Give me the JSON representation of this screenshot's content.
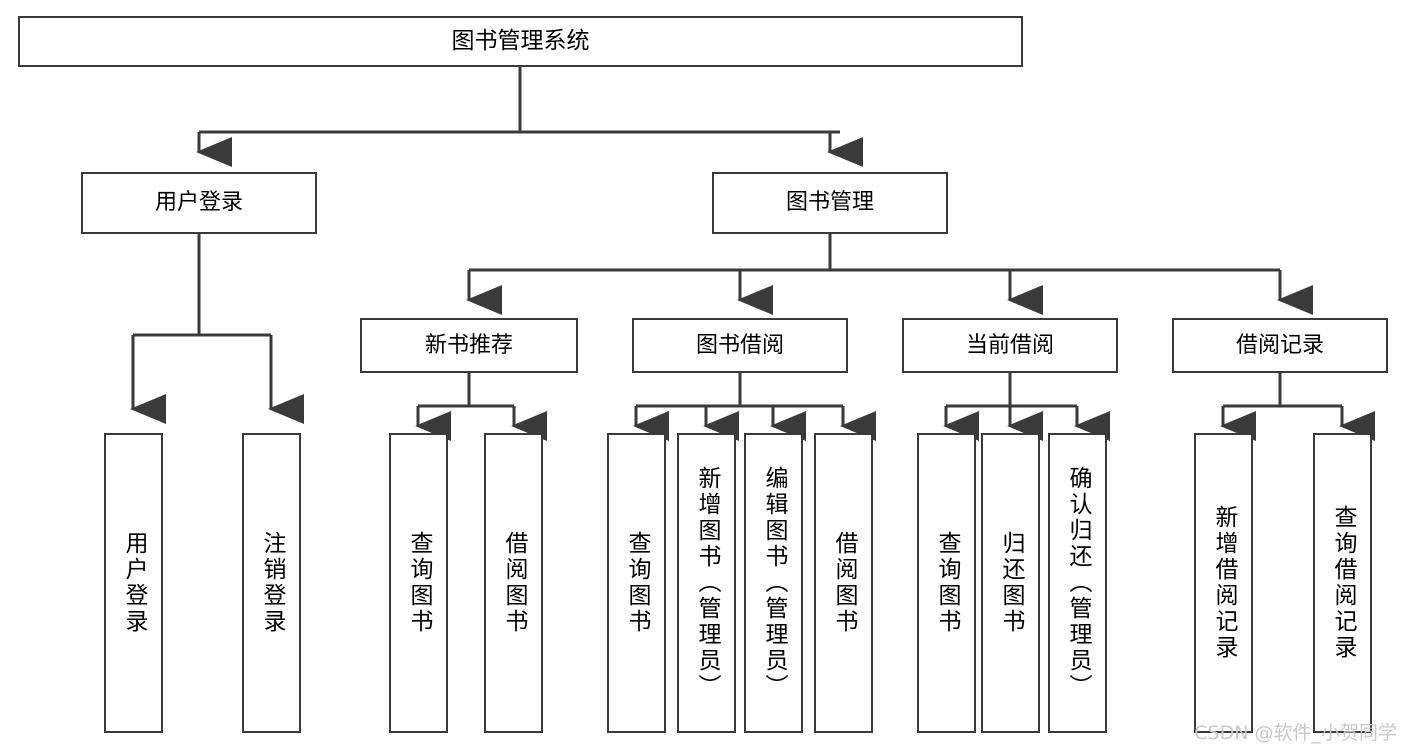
{
  "diagram": {
    "type": "tree",
    "title": "图书管理系统",
    "root": {
      "label": "图书管理系统"
    },
    "level2": [
      {
        "label": "用户登录"
      },
      {
        "label": "图书管理"
      }
    ],
    "level3": [
      {
        "label": "新书推荐"
      },
      {
        "label": "图书借阅"
      },
      {
        "label": "当前借阅"
      },
      {
        "label": "借阅记录"
      }
    ],
    "leaves": {
      "user_login": [
        {
          "label": "用户登录"
        },
        {
          "label": "注销登录"
        }
      ],
      "new_book_recommend": [
        {
          "label": "查询图书"
        },
        {
          "label": "借阅图书"
        }
      ],
      "book_borrow": [
        {
          "label": "查询图书"
        },
        {
          "label": "新增图书（管理员）"
        },
        {
          "label": "编辑图书（管理员）"
        },
        {
          "label": "借阅图书"
        }
      ],
      "current_borrow": [
        {
          "label": "查询图书"
        },
        {
          "label": "归还图书"
        },
        {
          "label": "确认归还（管理员）"
        }
      ],
      "borrow_record": [
        {
          "label": "新增借阅记录"
        },
        {
          "label": "查询借阅记录"
        }
      ]
    }
  },
  "watermark": {
    "text": "CSDN @软件_小贺同学"
  },
  "colors": {
    "stroke": "#3a3a3a",
    "text": "#000000",
    "background": "#ffffff",
    "watermark": "#c8c8c8"
  }
}
